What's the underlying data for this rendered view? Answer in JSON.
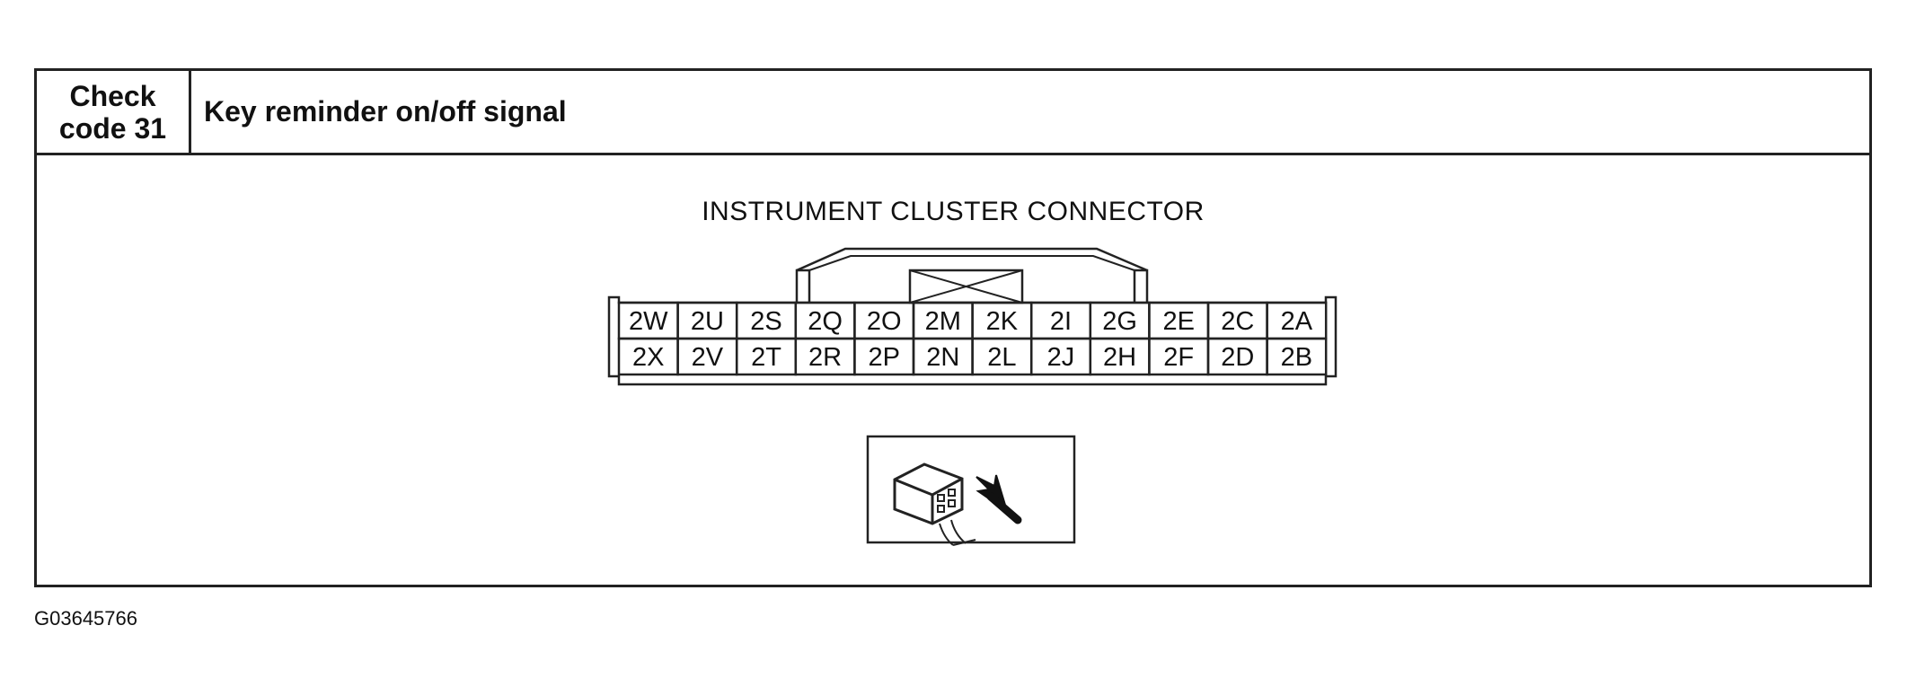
{
  "header": {
    "check_code_line1": "Check",
    "check_code_line2": "code 31",
    "title": "Key reminder on/off signal"
  },
  "connector": {
    "title": "INSTRUMENT CLUSTER CONNECTOR",
    "top_row": [
      "2W",
      "2U",
      "2S",
      "2Q",
      "2O",
      "2M",
      "2K",
      "2I",
      "2G",
      "2E",
      "2C",
      "2A"
    ],
    "bottom_row": [
      "2X",
      "2V",
      "2T",
      "2R",
      "2P",
      "2N",
      "2L",
      "2J",
      "2H",
      "2F",
      "2D",
      "2B"
    ]
  },
  "probe_icon": "connector-probe-icon",
  "figure_id": "G03645766"
}
